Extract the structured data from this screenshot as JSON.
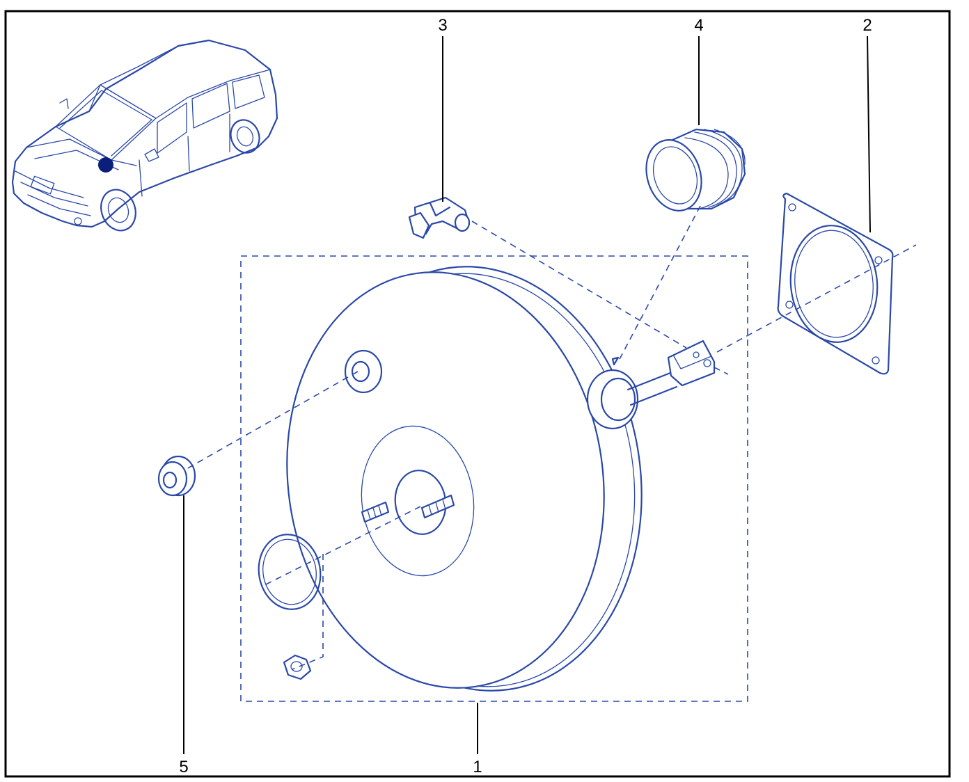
{
  "diagram": {
    "callouts": [
      {
        "id": "1",
        "label": "1"
      },
      {
        "id": "2",
        "label": "2"
      },
      {
        "id": "3",
        "label": "3"
      },
      {
        "id": "4",
        "label": "4"
      },
      {
        "id": "5",
        "label": "5"
      }
    ],
    "colors": {
      "line": "#2a48a8",
      "border": "#000000",
      "marker": "#0a1f7a"
    },
    "icons": [
      "car-icon",
      "brake-booster-icon",
      "gasket-icon",
      "vacuum-elbow-icon",
      "bellows-boot-icon",
      "grommet-icon",
      "seal-ring-icon",
      "nut-icon"
    ]
  }
}
